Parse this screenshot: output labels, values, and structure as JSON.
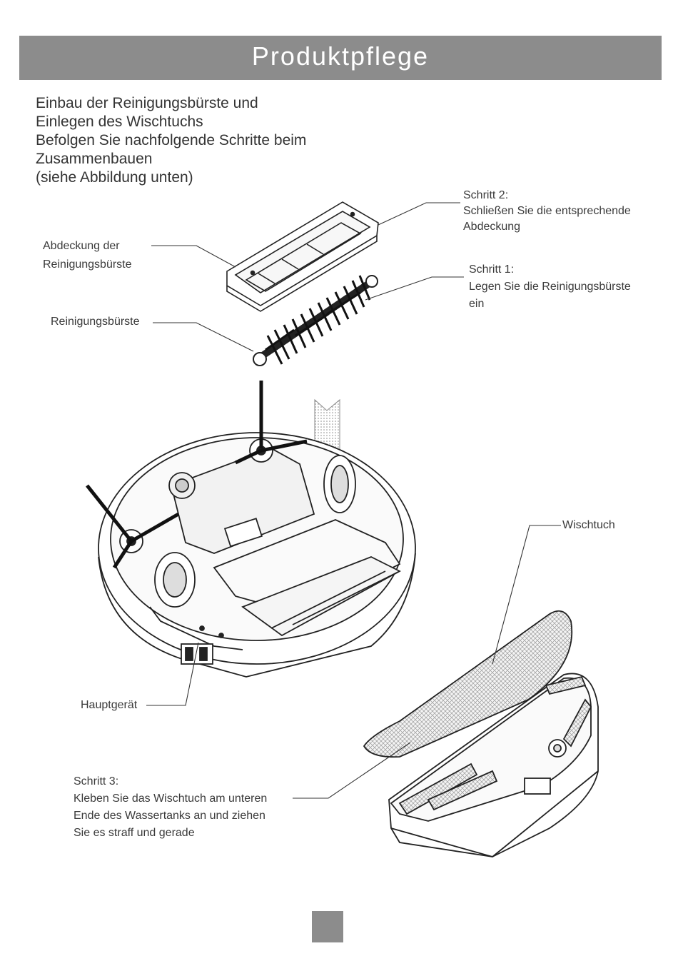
{
  "header": {
    "title": "Produktpflege"
  },
  "intro": {
    "lines": [
      "Einbau der Reinigungsbürste und",
      "Einlegen des Wischtuchs",
      "Befolgen Sie nachfolgende Schritte beim",
      "Zusammenbauen",
      "(siehe Abbildung unten)"
    ]
  },
  "callouts": {
    "step2": {
      "lines": [
        "Schritt 2:",
        "Schließen Sie die entsprechende",
        "Abdeckung"
      ]
    },
    "brush_cover": {
      "lines": [
        "Abdeckung der",
        "Reinigungsbürste"
      ]
    },
    "step1": {
      "lines": [
        "Schritt 1:",
        "Legen Sie die Reinigungsbürste",
        "ein"
      ]
    },
    "brush": {
      "label": "Reinigungsbürste"
    },
    "mop": {
      "label": "Wischtuch"
    },
    "main_unit": {
      "label": "Hauptgerät"
    },
    "step3": {
      "lines": [
        "Schritt 3:",
        "Kleben Sie das Wischtuch am unteren",
        "Ende des Wassertanks an und ziehen",
        "Sie es straff und gerade"
      ]
    }
  },
  "colors": {
    "header_bar": "#8c8c8c",
    "header_text": "#ffffff",
    "body_text": "#333333",
    "page_marker": "#8c8c8c"
  }
}
